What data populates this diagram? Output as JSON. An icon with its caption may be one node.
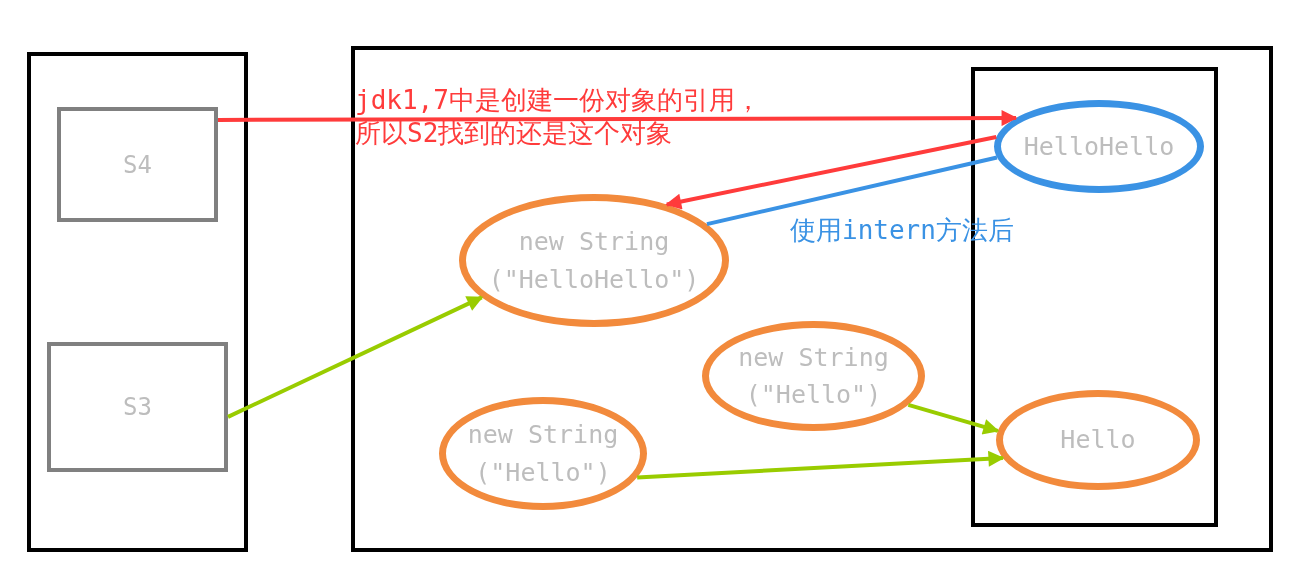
{
  "diagram": {
    "nodes": [
      {
        "text": [],
        "shape": "box"
      },
      {
        "text": [
          "S4"
        ],
        "in": 0
      },
      {
        "text": [
          "S3"
        ],
        "in": 0
      },
      {
        "text": [],
        "shape": "box"
      },
      {
        "text": [],
        "shape": "box",
        "in": 3
      },
      {
        "text": [
          "HelloHello"
        ],
        "in": 4
      },
      {
        "text": [
          "Hello"
        ],
        "in": 4
      },
      {
        "text": [
          "new String (\"HelloHello\")"
        ],
        "in": 3
      },
      {
        "text": [
          "new String (\"Hello\")"
        ],
        "in": 3
      },
      {
        "text": [
          "new String (\"Hello\")"
        ],
        "in": 3
      }
    ],
    "edges": [
      {
        "from": 1,
        "to": 5,
        "arrow": "to",
        "label": "jdk1,7中是创建一份对象的引用，所以S2找到的还是这个对象",
        "color": "#ff3b3b"
      },
      {
        "from": 5,
        "to": 7,
        "arrow": "to",
        "color": "#ff3b3b"
      },
      {
        "from": 7,
        "to": 5,
        "arrow": "none",
        "label": "使用intern方法后",
        "color": "#3a92e4"
      },
      {
        "from": 2,
        "to": 7,
        "arrow": "to"
      },
      {
        "from": 8,
        "to": 6,
        "arrow": "to"
      },
      {
        "from": 9,
        "to": 6,
        "arrow": "to"
      }
    ]
  }
}
